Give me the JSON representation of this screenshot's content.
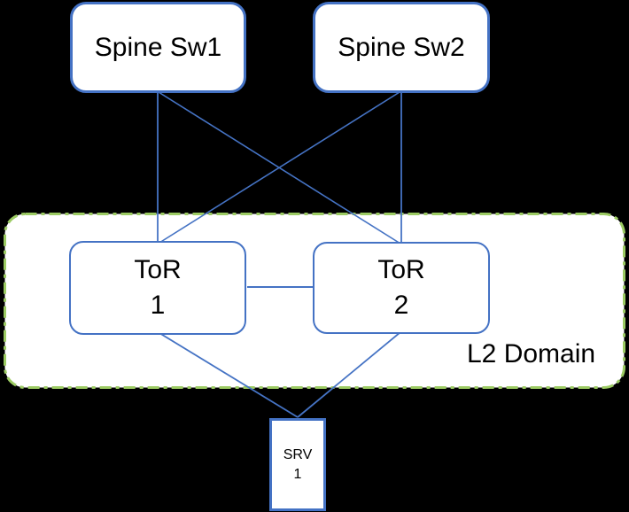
{
  "diagram": {
    "type": "network-topology",
    "nodes": {
      "spine_sw1": {
        "label": "Spine Sw1"
      },
      "spine_sw2": {
        "label": "Spine Sw2"
      },
      "tor_1": {
        "label": "ToR",
        "number": "1"
      },
      "tor_2": {
        "label": "ToR",
        "number": "2"
      },
      "srv_1": {
        "label": "SRV",
        "number": "1"
      }
    },
    "domain": {
      "label": "L2 Domain"
    },
    "edges": [
      {
        "from": "Spine Sw1",
        "to": "ToR 1"
      },
      {
        "from": "Spine Sw1",
        "to": "ToR 2"
      },
      {
        "from": "Spine Sw2",
        "to": "ToR 1"
      },
      {
        "from": "Spine Sw2",
        "to": "ToR 2"
      },
      {
        "from": "ToR 1",
        "to": "ToR 2"
      },
      {
        "from": "ToR 1",
        "to": "SRV 1"
      },
      {
        "from": "ToR 2",
        "to": "SRV 1"
      }
    ],
    "colors": {
      "background": "#000000",
      "node_fill": "#FFFFFF",
      "node_border": "#4472C4",
      "link": "#4573C4",
      "domain_border": "#9CCB63",
      "text": "#000000"
    }
  }
}
